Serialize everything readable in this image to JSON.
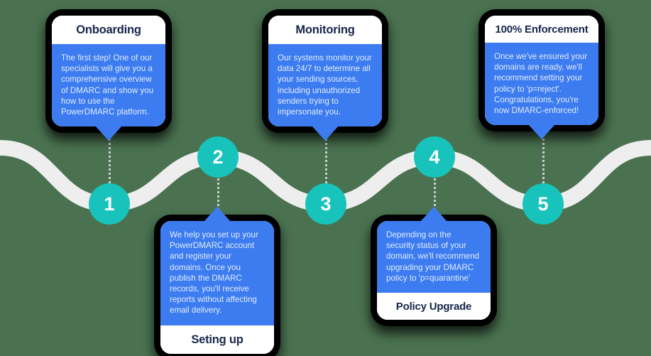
{
  "theme": {
    "background": "#4a7250",
    "path_color": "#eeeeee",
    "circle_color": "#17c3bb",
    "card_body_color": "#3c7cf0",
    "card_title_color": "#16254a",
    "card_surface": "#ffffff",
    "body_text_color": "#e2ecfd",
    "connector_color": "#c9cfd4"
  },
  "steps": [
    {
      "number": "1",
      "title": "Onboarding",
      "body": "The first step! One of our specialists will give you a comprehensive overview of DMARC and show you how to use the PowerDMARC platform.",
      "position": "top"
    },
    {
      "number": "2",
      "title": "Seting up",
      "body": "We help you set up your PowerDMARC account and register your domains. Once you publish the DMARC records, you'll receive reports without affecting email delivery.",
      "position": "bottom"
    },
    {
      "number": "3",
      "title": "Monitoring",
      "body": "Our systems monitor your data 24/7 to determine all your sending sources, including unauthorized senders trying to impersonate you.",
      "position": "top"
    },
    {
      "number": "4",
      "title": "Policy Upgrade",
      "body": "Depending on the security status of your domain, we'll recommend upgrading your DMARC policy to 'p=quarantine'",
      "position": "bottom"
    },
    {
      "number": "5",
      "title": "100% Enforcement",
      "body": "Once we've ensured your domains are ready, we'll recommend setting your policy to 'p=reject'. Congratulations, you're now DMARC-enforced!",
      "position": "top"
    }
  ]
}
